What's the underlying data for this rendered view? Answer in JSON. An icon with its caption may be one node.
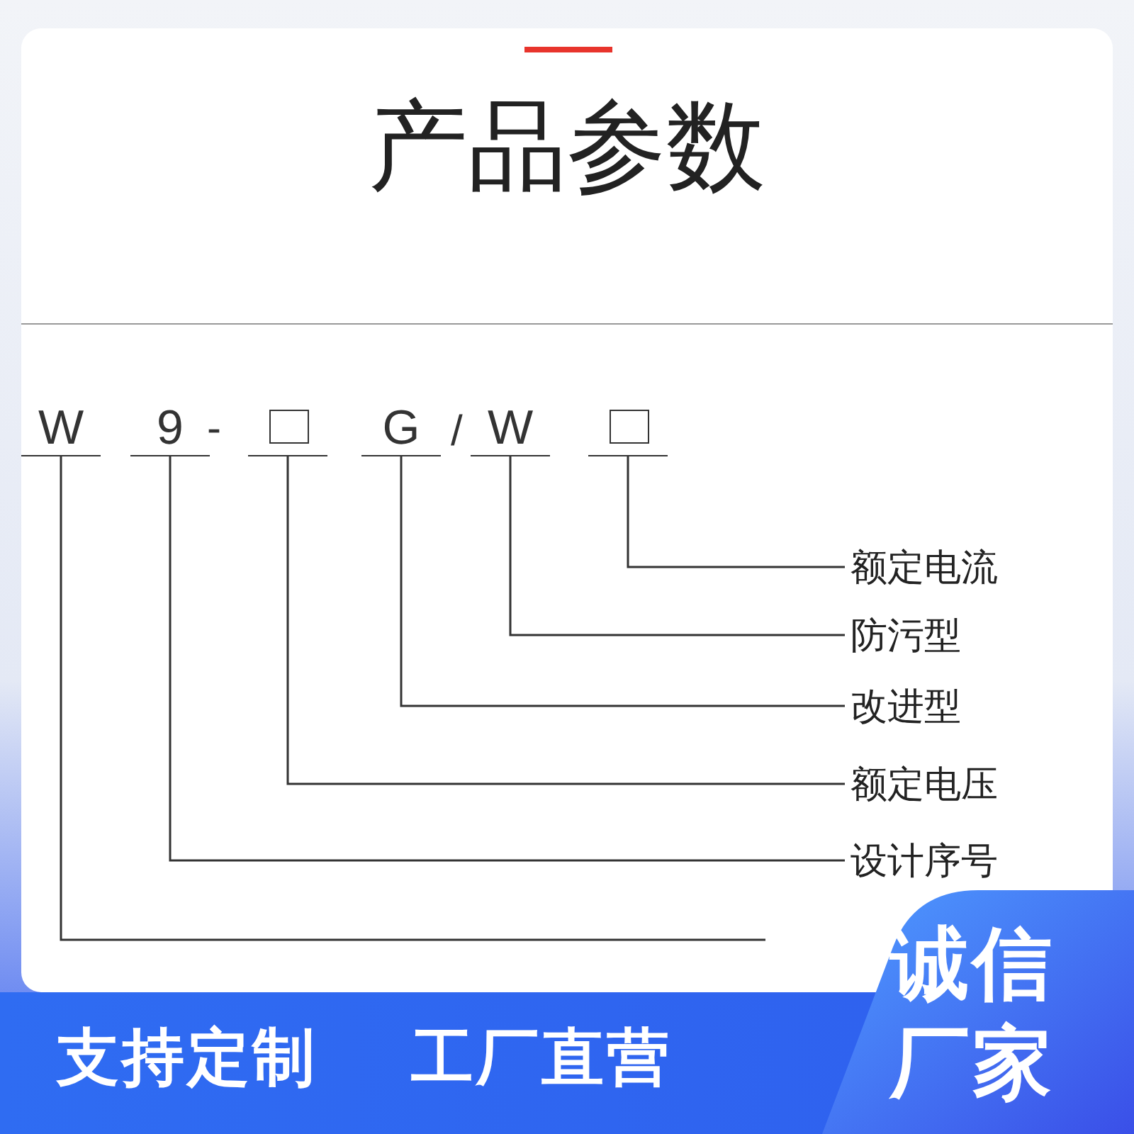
{
  "diagram": {
    "title": "产品参数",
    "nodes": [
      {
        "text": [
          "W"
        ]
      },
      {
        "text": [
          "9"
        ]
      },
      {
        "text": [],
        "shape": "box"
      },
      {
        "text": [
          "G"
        ]
      },
      {
        "text": [
          "W"
        ]
      },
      {
        "text": [],
        "shape": "box"
      },
      {
        "text": [
          "额定电流"
        ]
      },
      {
        "text": [
          "防污型"
        ]
      },
      {
        "text": [
          "改进型"
        ]
      },
      {
        "text": [
          "额定电压"
        ]
      },
      {
        "text": [
          "设计序号"
        ]
      }
    ],
    "edges": [
      {
        "from": 5,
        "to": 6,
        "arrow": "none"
      },
      {
        "from": 4,
        "to": 7,
        "arrow": "none"
      },
      {
        "from": 3,
        "to": 8,
        "arrow": "none"
      },
      {
        "from": 2,
        "to": 9,
        "arrow": "none"
      },
      {
        "from": 1,
        "to": 10,
        "arrow": "none"
      },
      {
        "from": 0,
        "to": null,
        "arrow": "none"
      }
    ],
    "labels": [
      "-",
      "/",
      "支持定制",
      "工厂直营",
      "诚信",
      "厂家"
    ]
  }
}
